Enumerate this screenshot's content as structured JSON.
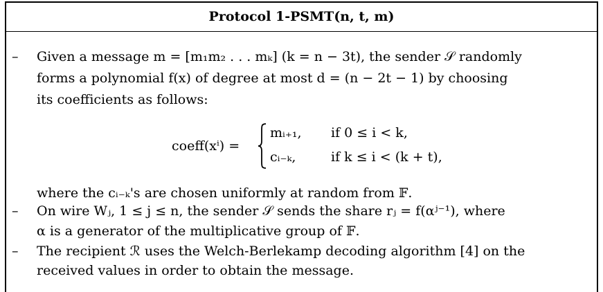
{
  "title": "Protocol 1-PSMT",
  "title_args": "(n, t, m)",
  "items": [
    {
      "dash": "–",
      "lines": [
        "Given a message m = [m₁m₂ . . . mₖ] (k = n − 3t), the sender 𝒮 randomly",
        "forms a polynomial f(x) of degree at most d = (n − 2t − 1) by choosing",
        "its coefficients as follows:"
      ]
    },
    {
      "dash": "",
      "lines": [
        "where the cᵢ₋ₖ's are chosen uniformly at random from 𝔽."
      ]
    },
    {
      "dash": "–",
      "lines": [
        "On wire Wⱼ, 1 ≤ j ≤ n, the sender 𝒮 sends the share rⱼ = f(αʲ⁻¹), where",
        "α is a generator of the multiplicative group of 𝔽."
      ]
    },
    {
      "dash": "–",
      "lines": [
        "The recipient ℛ uses the Welch-Berlekamp decoding algorithm [4] on the",
        "received values in order to obtain the message."
      ]
    }
  ],
  "formula": {
    "lhs": "coeff(xⁱ) =",
    "case1_value": "mᵢ₊₁,",
    "case1_cond": "if 0 ≤ i < k,",
    "case2_value": "cᵢ₋ₖ,",
    "case2_cond": "if k ≤ i < (k + t),"
  }
}
